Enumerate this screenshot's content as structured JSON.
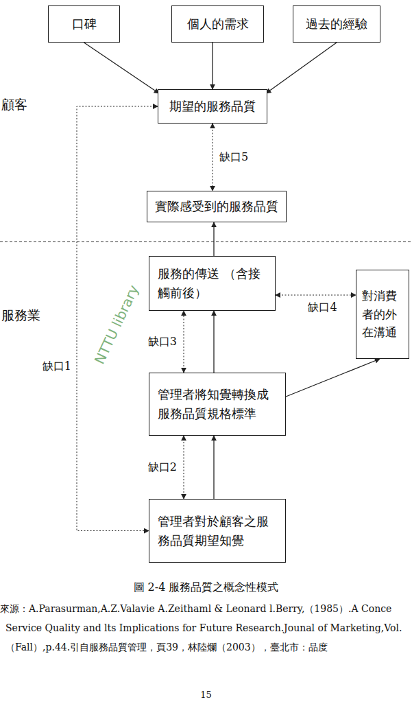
{
  "diagram": {
    "caption": "圖 2-4 服務品質之概念性模式",
    "nodes": [
      {
        "text": [
          "口碑"
        ]
      },
      {
        "text": [
          "個人的需求"
        ]
      },
      {
        "text": [
          "過去的經驗"
        ]
      },
      {
        "text": [
          "期望的服務品質"
        ]
      },
      {
        "text": [
          "實際感受到的服務品質"
        ]
      },
      {
        "text": [
          "服務的傳送 （含接觸前後）"
        ]
      },
      {
        "text": [
          "對消費 者的外 在溝通"
        ]
      },
      {
        "text": [
          "管理者將知覺轉換成 服務品質規格標準"
        ]
      },
      {
        "text": [
          "管理者對於顧客之服 務品質期望知覺"
        ]
      }
    ],
    "edges": [
      {
        "from": 0,
        "to": 3,
        "arrow": "to"
      },
      {
        "from": 1,
        "to": 3,
        "arrow": "to"
      },
      {
        "from": 2,
        "to": 3,
        "arrow": "to"
      },
      {
        "from": 3,
        "to": 4,
        "label": "缺口5",
        "arrow": "both"
      },
      {
        "from": 5,
        "to": 4,
        "arrow": "to"
      },
      {
        "from": 5,
        "to": 6,
        "label": "缺口4",
        "arrow": "both"
      },
      {
        "from": 7,
        "to": 5,
        "label": "缺口3",
        "arrow": "both"
      },
      {
        "from": 7,
        "to": 5,
        "arrow": "to"
      },
      {
        "from": 7,
        "to": 6,
        "arrow": "to"
      },
      {
        "from": 8,
        "to": 7,
        "label": "缺口2",
        "arrow": "both"
      },
      {
        "from": 8,
        "to": 7,
        "arrow": "to"
      },
      {
        "from": 3,
        "to": 8,
        "label": "缺口1",
        "arrow": "both"
      }
    ],
    "labels": [
      "顧客",
      "服務業",
      "NTTU library",
      "來源：A.Parasurman,A.Z.Valavie A.Zeithaml & Leonard l.Berry,（1985）.A Conce",
      "Service Quality and lts Implications for Future Research.Jounal of Marketing,Vol.",
      "（Fall）,p.44.引自服務品質管理，頁39，林陸爛（2003），臺北市：品度",
      "15"
    ]
  }
}
